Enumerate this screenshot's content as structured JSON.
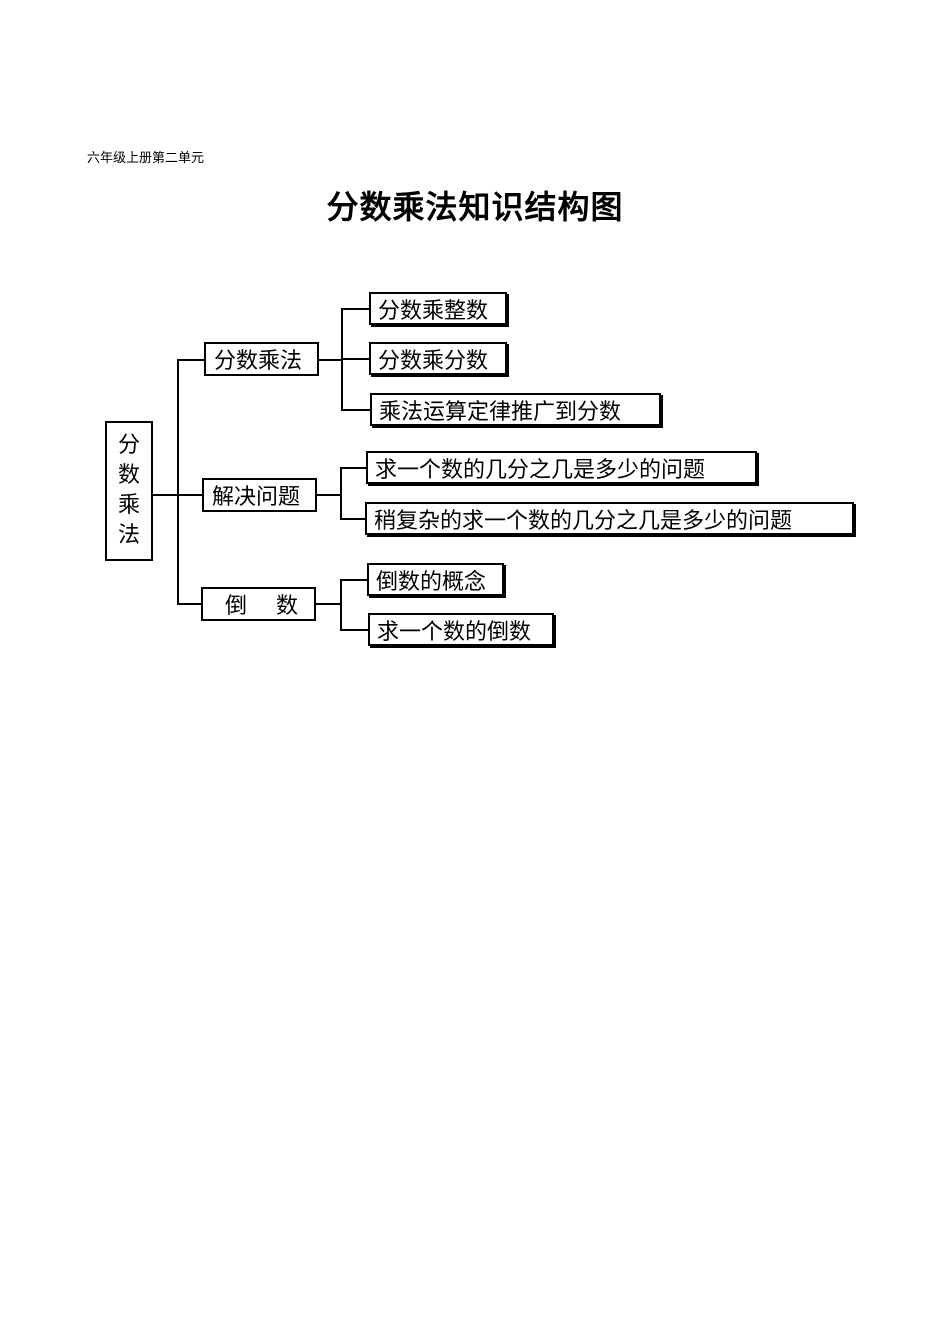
{
  "header": "六年级上册第二单元",
  "title": "分数乘法知识结构图",
  "root": {
    "chars": [
      "分",
      "数",
      "乘",
      "法"
    ]
  },
  "branches": [
    {
      "label": "分数乘法",
      "children": [
        "分数乘整数",
        "分数乘分数",
        "乘法运算定律推广到分数"
      ]
    },
    {
      "label": "解决问题",
      "children": [
        "求一个数的几分之几是多少的问题",
        "稍复杂的求一个数的几分之几是多少的问题"
      ]
    },
    {
      "label": "倒　 数",
      "children": [
        "倒数的概念",
        "求一个数的倒数"
      ]
    }
  ]
}
